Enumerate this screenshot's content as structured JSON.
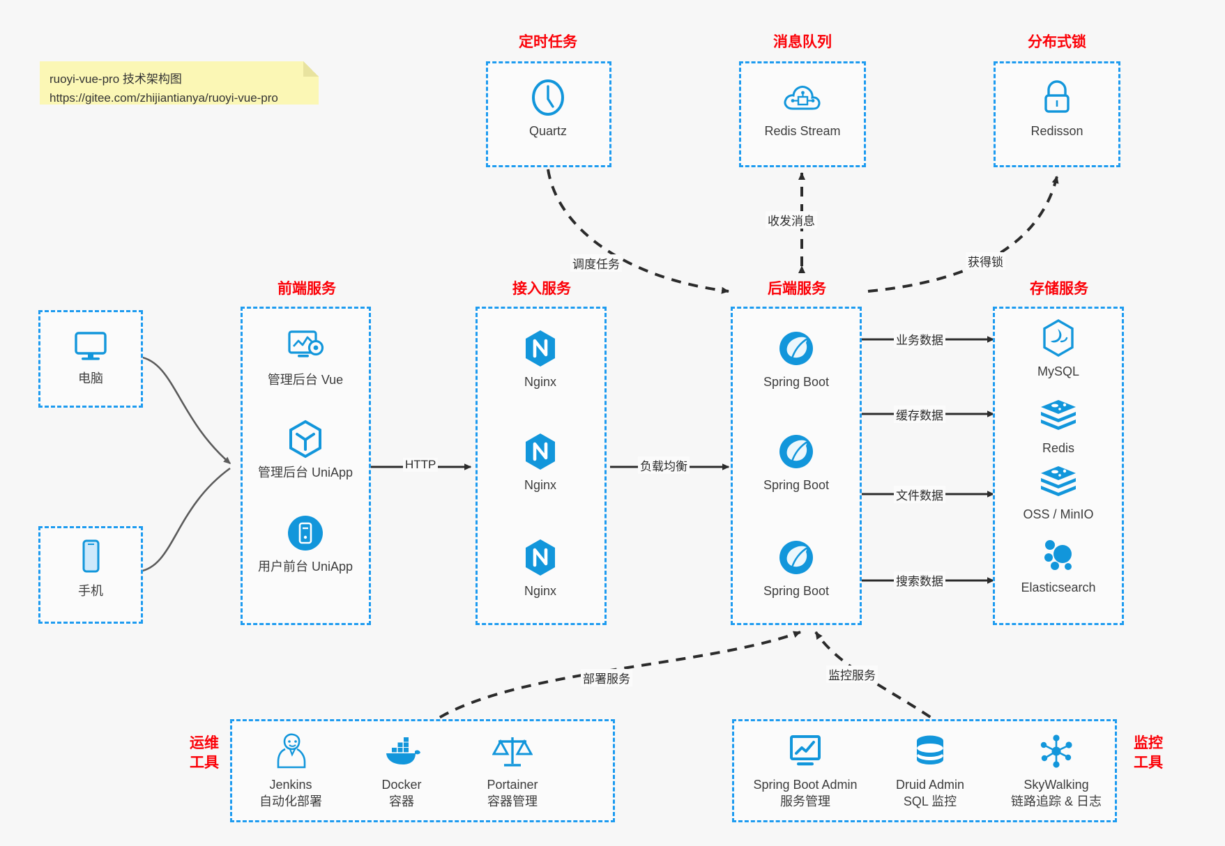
{
  "note": {
    "line1": "ruoyi-vue-pro 技术架构图",
    "line2": "https://gitee.com/zhijiantianya/ruoyi-vue-pro"
  },
  "colors": {
    "box_border": "#1d9bf0",
    "group_title": "#fb0007",
    "icon_blue": "#1296db",
    "background": "#f7f7f7",
    "note_bg": "#fbf7b5",
    "edge": "#2b2b2b"
  },
  "groups": {
    "scheduler": {
      "title": "定时任务"
    },
    "mq": {
      "title": "消息队列"
    },
    "lock": {
      "title": "分布式锁"
    },
    "frontend": {
      "title": "前端服务"
    },
    "gateway": {
      "title": "接入服务"
    },
    "backend": {
      "title": "后端服务"
    },
    "storage": {
      "title": "存储服务"
    },
    "devops": {
      "title": "运维\n工具",
      "title_l1": "运维",
      "title_l2": "工具"
    },
    "monitor": {
      "title": "监控\n工具",
      "title_l1": "监控",
      "title_l2": "工具"
    }
  },
  "nodes": {
    "quartz": {
      "label": "Quartz",
      "icon": "clock-icon"
    },
    "redis_stream": {
      "label": "Redis Stream",
      "icon": "cloud-stream-icon"
    },
    "redisson": {
      "label": "Redisson",
      "icon": "lock-icon"
    },
    "pc": {
      "label": "电脑",
      "icon": "desktop-icon"
    },
    "mobile": {
      "label": "手机",
      "icon": "phone-icon"
    },
    "admin_vue": {
      "label": "管理后台 Vue",
      "icon": "dashboard-icon"
    },
    "admin_uniapp": {
      "label": "管理后台 UniApp",
      "icon": "cube-icon"
    },
    "user_uniapp": {
      "label": "用户前台 UniApp",
      "icon": "mobile-app-icon"
    },
    "nginx1": {
      "label": "Nginx",
      "icon": "nginx-icon"
    },
    "nginx2": {
      "label": "Nginx",
      "icon": "nginx-icon"
    },
    "nginx3": {
      "label": "Nginx",
      "icon": "nginx-icon"
    },
    "springboot1": {
      "label": "Spring Boot",
      "icon": "spring-icon"
    },
    "springboot2": {
      "label": "Spring Boot",
      "icon": "spring-icon"
    },
    "springboot3": {
      "label": "Spring Boot",
      "icon": "spring-icon"
    },
    "mysql": {
      "label": "MySQL",
      "icon": "mysql-icon"
    },
    "redis": {
      "label": "Redis",
      "icon": "redis-icon"
    },
    "oss": {
      "label": "OSS / MinIO",
      "icon": "redis-stack-icon"
    },
    "elasticsearch": {
      "label": "Elasticsearch",
      "icon": "elasticsearch-icon"
    },
    "jenkins": {
      "label": "Jenkins",
      "sublabel": "自动化部署",
      "icon": "jenkins-icon"
    },
    "docker": {
      "label": "Docker",
      "sublabel": "容器",
      "icon": "docker-icon"
    },
    "portainer": {
      "label": "Portainer",
      "sublabel": "容器管理",
      "icon": "scales-icon"
    },
    "sba": {
      "label": "Spring Boot Admin",
      "sublabel": "服务管理",
      "icon": "monitor-chart-icon"
    },
    "druid": {
      "label": "Druid Admin",
      "sublabel": "SQL 监控",
      "icon": "database-icon"
    },
    "skywalking": {
      "label": "SkyWalking",
      "sublabel": "链路追踪 & 日志",
      "icon": "network-node-icon"
    }
  },
  "edges": {
    "http": "HTTP",
    "load_balance": "负载均衡",
    "schedule_task": "调度任务",
    "send_receive_msg": "收发消息",
    "acquire_lock": "获得锁",
    "business_data": "业务数据",
    "cache_data": "缓存数据",
    "file_data": "文件数据",
    "search_data": "搜索数据",
    "deploy_service": "部署服务",
    "monitor_service": "监控服务"
  }
}
